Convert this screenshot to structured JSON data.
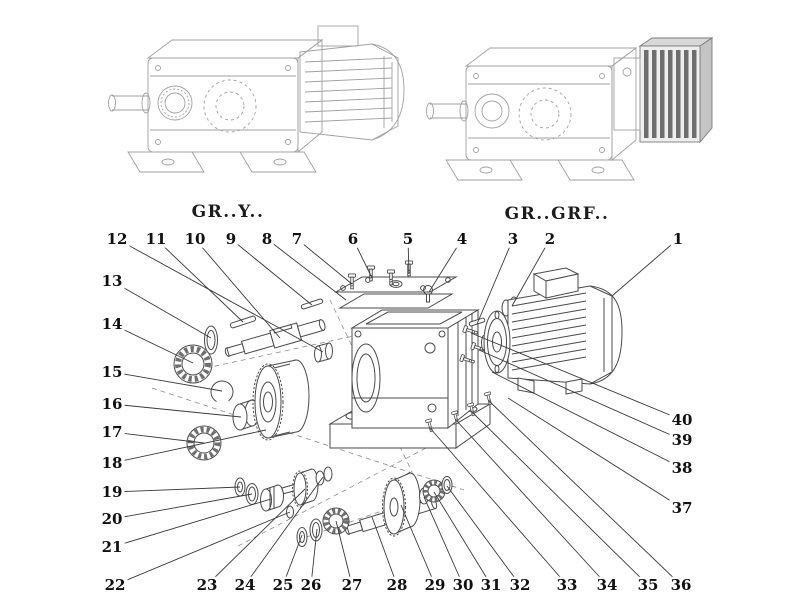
{
  "diagram": {
    "variants": [
      {
        "label": "GR..Y.."
      },
      {
        "label": "GR..GRF.."
      }
    ],
    "callouts": [
      {
        "n": "1",
        "label": [
          678,
          239
        ],
        "target": [
          612,
          296
        ]
      },
      {
        "n": "2",
        "label": [
          550,
          239
        ],
        "target": [
          512,
          306
        ]
      },
      {
        "n": "3",
        "label": [
          513,
          239
        ],
        "target": [
          477,
          324
        ]
      },
      {
        "n": "4",
        "label": [
          462,
          239
        ],
        "target": [
          429,
          292
        ]
      },
      {
        "n": "5",
        "label": [
          408,
          239
        ],
        "target": [
          409,
          274
        ]
      },
      {
        "n": "6",
        "label": [
          353,
          239
        ],
        "target": [
          372,
          278
        ]
      },
      {
        "n": "7",
        "label": [
          297,
          239
        ],
        "target": [
          352,
          284
        ]
      },
      {
        "n": "8",
        "label": [
          267,
          239
        ],
        "target": [
          346,
          300
        ]
      },
      {
        "n": "9",
        "label": [
          231,
          239
        ],
        "target": [
          312,
          305
        ]
      },
      {
        "n": "10",
        "label": [
          195,
          239
        ],
        "target": [
          280,
          338
        ]
      },
      {
        "n": "11",
        "label": [
          156,
          239
        ],
        "target": [
          243,
          322
        ]
      },
      {
        "n": "12",
        "label": [
          117,
          239
        ],
        "target": [
          323,
          352
        ]
      },
      {
        "n": "13",
        "label": [
          112,
          281
        ],
        "target": [
          211,
          338
        ]
      },
      {
        "n": "14",
        "label": [
          112,
          324
        ],
        "target": [
          193,
          363
        ]
      },
      {
        "n": "15",
        "label": [
          112,
          372
        ],
        "target": [
          222,
          391
        ]
      },
      {
        "n": "16",
        "label": [
          112,
          404
        ],
        "target": [
          241,
          417
        ]
      },
      {
        "n": "17",
        "label": [
          112,
          432
        ],
        "target": [
          204,
          443
        ]
      },
      {
        "n": "18",
        "label": [
          112,
          463
        ],
        "target": [
          266,
          430
        ]
      },
      {
        "n": "19",
        "label": [
          112,
          492
        ],
        "target": [
          240,
          487
        ]
      },
      {
        "n": "20",
        "label": [
          112,
          519
        ],
        "target": [
          252,
          494
        ]
      },
      {
        "n": "21",
        "label": [
          112,
          547
        ],
        "target": [
          271,
          499
        ]
      },
      {
        "n": "22",
        "label": [
          115,
          585
        ],
        "target": [
          290,
          512
        ]
      },
      {
        "n": "23",
        "label": [
          207,
          585
        ],
        "target": [
          305,
          489
        ]
      },
      {
        "n": "24",
        "label": [
          245,
          585
        ],
        "target": [
          323,
          477
        ]
      },
      {
        "n": "25",
        "label": [
          283,
          585
        ],
        "target": [
          302,
          535
        ]
      },
      {
        "n": "26",
        "label": [
          311,
          585
        ],
        "target": [
          317,
          529
        ]
      },
      {
        "n": "27",
        "label": [
          352,
          585
        ],
        "target": [
          336,
          521
        ]
      },
      {
        "n": "28",
        "label": [
          397,
          585
        ],
        "target": [
          372,
          517
        ]
      },
      {
        "n": "29",
        "label": [
          435,
          585
        ],
        "target": [
          401,
          505
        ]
      },
      {
        "n": "30",
        "label": [
          463,
          585
        ],
        "target": [
          424,
          497
        ]
      },
      {
        "n": "31",
        "label": [
          491,
          585
        ],
        "target": [
          434,
          492
        ]
      },
      {
        "n": "32",
        "label": [
          520,
          585
        ],
        "target": [
          447,
          486
        ]
      },
      {
        "n": "33",
        "label": [
          567,
          585
        ],
        "target": [
          430,
          428
        ]
      },
      {
        "n": "34",
        "label": [
          607,
          585
        ],
        "target": [
          456,
          420
        ]
      },
      {
        "n": "35",
        "label": [
          648,
          585
        ],
        "target": [
          472,
          412
        ]
      },
      {
        "n": "36",
        "label": [
          681,
          585
        ],
        "target": [
          489,
          401
        ]
      },
      {
        "n": "37",
        "label": [
          682,
          508
        ],
        "target": [
          508,
          398
        ]
      },
      {
        "n": "38",
        "label": [
          682,
          468
        ],
        "target": [
          492,
          372
        ]
      },
      {
        "n": "39",
        "label": [
          682,
          440
        ],
        "target": [
          479,
          350
        ]
      },
      {
        "n": "40",
        "label": [
          682,
          420
        ],
        "target": [
          471,
          333
        ]
      }
    ]
  },
  "style": {
    "ink": "#3a3a3a",
    "faint": "#a0a0a0"
  }
}
